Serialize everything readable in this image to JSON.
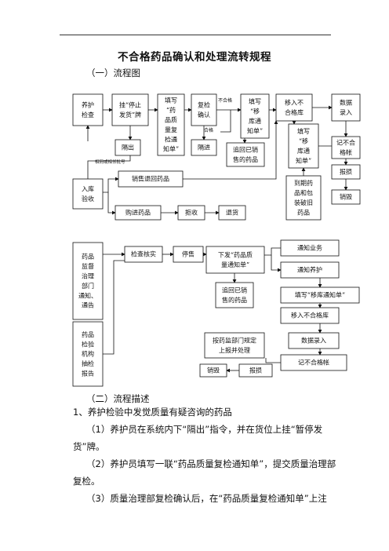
{
  "title": "不合格药品确认和处理流转规程",
  "section1": "（一）流程图",
  "flow1": {
    "b_yanghu": [
      "养护",
      "检查"
    ],
    "b_gua": [
      "挂“停止",
      "发货”牌"
    ],
    "b_tianxie_fujian": [
      "填写",
      "“药",
      "品质",
      "量复",
      "检通",
      "知单”"
    ],
    "b_fujian": [
      "复检",
      "确认"
    ],
    "b_tianxie_yiku": [
      "填写",
      "“移",
      "库通",
      "知单”"
    ],
    "b_yiru": [
      "移入不",
      "合格库"
    ],
    "b_shuju": [
      "数据",
      "录入"
    ],
    "b_geli": "隔出",
    "b_gejin": "隔进",
    "b_zhuihui": [
      "追回已销",
      "售的药品"
    ],
    "b_tianxie2": [
      "填写",
      "“移",
      "库通",
      "知单”"
    ],
    "b_jizhang": [
      "记不合",
      "格帐"
    ],
    "b_baosun": "报损",
    "b_xiaohui": "销毁",
    "b_ruku": [
      "入库",
      "验收"
    ],
    "b_xiaoshou": "销售退回药品",
    "b_gouji": "购进药品",
    "b_jushou": "拒收",
    "b_tuihuo": "退货",
    "b_daoqi": [
      "到期药",
      "品和包",
      "装破旧",
      "药品"
    ],
    "lbl_buhege": "不合格",
    "lbl_hege": "合格",
    "lbl_xiangtong": "相同或相邻批号"
  },
  "flow2": {
    "b_jiandu": [
      "药品",
      "监督",
      "治理",
      "部门",
      "通知、",
      "通告"
    ],
    "b_jiancha": "检查核实",
    "b_tingshou": "停售",
    "b_xiafa": [
      "下发“药品质",
      "量通知单”"
    ],
    "b_tongzhi_yewu": "通知业务",
    "b_tongzhi_yanghu": "通知养护",
    "b_zhuihui": [
      "追回已销",
      "售的药品"
    ],
    "b_tianxie": "填写“移库通知单”",
    "b_yiru": "移入不合格库",
    "b_jianyan": [
      "药品",
      "检验",
      "机构",
      "抽检",
      "报告"
    ],
    "b_anyao": [
      "按药监部门规定",
      "上报并处理"
    ],
    "b_shuju": "数据录入",
    "b_jizhang": "记不合格帐",
    "b_xiaohui": "销毁",
    "b_baosun": "报损"
  },
  "section2": "（二）流程描述",
  "item1": "1、养护检验中发觉质量有疑咨询的药品",
  "p1_l1": "（1）养护员在系统内下“隔出”指令，并在货位上挂“暂停发",
  "p1_l2": "货”牌。",
  "p2_l1": "（2）养护员填写一联“药品质量复检通知单”，提交质量治理部",
  "p2_l2": "复检。",
  "p3_l1": "（3）质量治理部复检确认后，在“药品质量复检通知单”上注"
}
